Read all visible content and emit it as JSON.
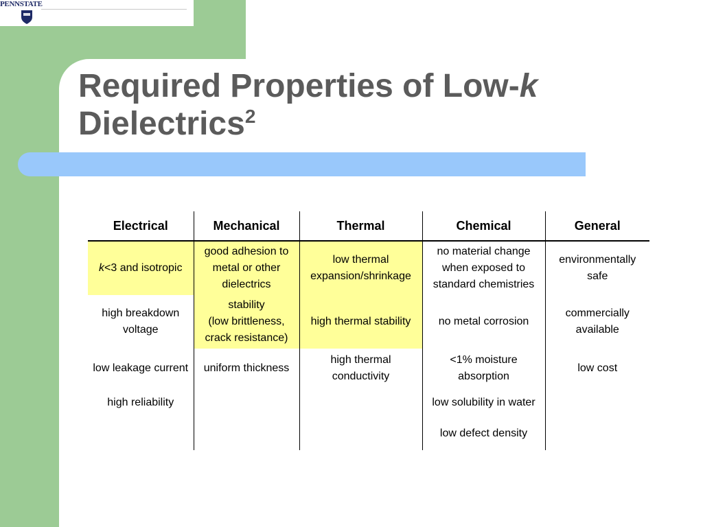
{
  "logo": {
    "text": "PENNSTATE"
  },
  "slide": {
    "title_part1": "Required Properties of Low-",
    "title_k": "k",
    "title_part2": "Dielectrics",
    "title_sup": "2"
  },
  "table": {
    "headers": [
      "Electrical",
      "Mechanical",
      "Thermal",
      "Chemical",
      "General"
    ],
    "rows": [
      {
        "electrical_k": "k",
        "electrical_rest": "<3 and isotropic",
        "mechanical": "good adhesion to metal or other dielectrics",
        "thermal": "low thermal expansion/shrinkage",
        "chemical": "no material change when exposed to standard chemistries",
        "general": "environmentally safe"
      },
      {
        "electrical": "high breakdown voltage",
        "mechanical_line1": "stability",
        "mechanical_line2": "(low brittleness, crack resistance)",
        "thermal": "high thermal stability",
        "chemical": "no metal corrosion",
        "general": "commercially available"
      },
      {
        "electrical": "low leakage current",
        "mechanical": "uniform thickness",
        "thermal": "high thermal conductivity",
        "chemical": "<1% moisture absorption",
        "general": "low cost"
      },
      {
        "electrical": "high reliability",
        "mechanical": "",
        "thermal": "",
        "chemical": "low solubility in water",
        "general": ""
      },
      {
        "electrical": "",
        "mechanical": "",
        "thermal": "",
        "chemical": "low defect density",
        "general": ""
      }
    ]
  },
  "colors": {
    "green_band": "#9ccb95",
    "blue_bar": "#99c8fb",
    "highlight": "#ffff99",
    "title_text": "#5b5b5b",
    "logo_navy": "#1e2a66"
  }
}
